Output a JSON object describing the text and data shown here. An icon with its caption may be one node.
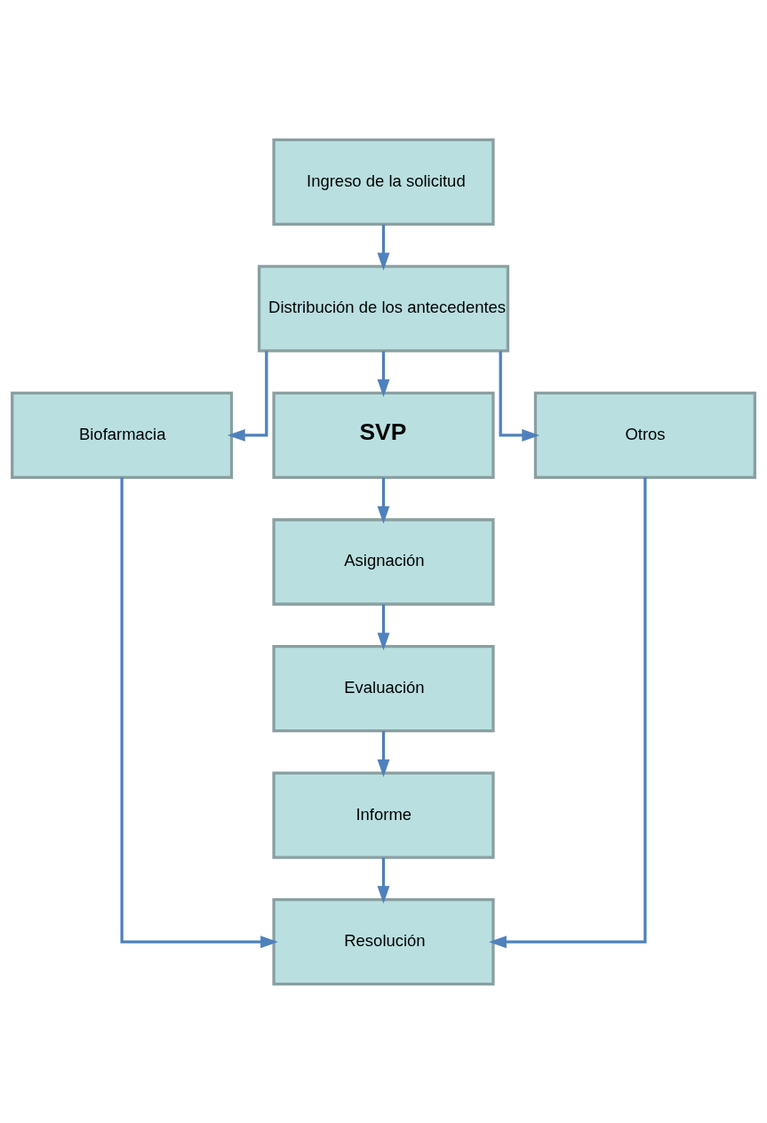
{
  "diagram": {
    "nodes": [
      {
        "text": [
          "Ingreso de la solicitud"
        ]
      },
      {
        "text": [
          "Distribución de los antecedentes"
        ]
      },
      {
        "text": [
          "Biofarmacia"
        ]
      },
      {
        "text": [
          "SVP"
        ]
      },
      {
        "text": [
          "Otros"
        ]
      },
      {
        "text": [
          "Asignación"
        ]
      },
      {
        "text": [
          "Evaluación"
        ]
      },
      {
        "text": [
          "Informe"
        ]
      },
      {
        "text": [
          "Resolución"
        ]
      }
    ],
    "edges": [
      {
        "from": 0,
        "to": 1,
        "arrow": "to"
      },
      {
        "from": 1,
        "to": 2,
        "arrow": "to"
      },
      {
        "from": 1,
        "to": 3,
        "arrow": "to"
      },
      {
        "from": 1,
        "to": 4,
        "arrow": "to"
      },
      {
        "from": 3,
        "to": 5,
        "arrow": "to"
      },
      {
        "from": 5,
        "to": 6,
        "arrow": "to"
      },
      {
        "from": 6,
        "to": 7,
        "arrow": "to"
      },
      {
        "from": 7,
        "to": 8,
        "arrow": "to"
      },
      {
        "from": 2,
        "to": 8,
        "arrow": "to"
      },
      {
        "from": 4,
        "to": 8,
        "arrow": "to"
      }
    ]
  }
}
